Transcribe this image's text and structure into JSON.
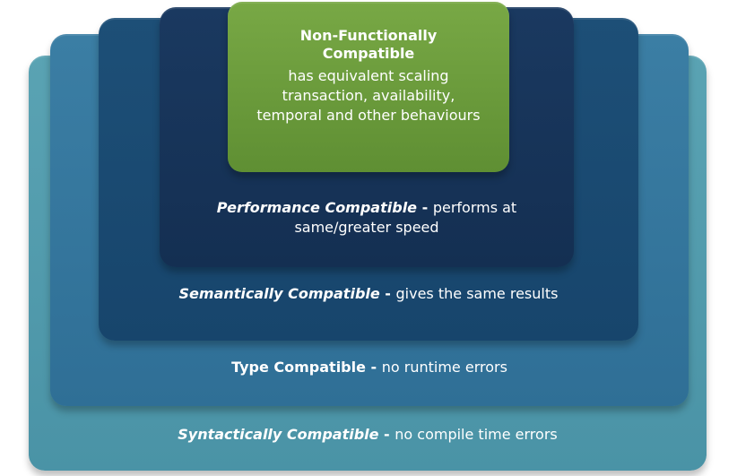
{
  "layers": [
    {
      "name": "Syntactically Compatible",
      "separator": " - ",
      "desc": "no compile time errors"
    },
    {
      "name": "Type Compatible",
      "separator": " - ",
      "desc": "no runtime errors"
    },
    {
      "name": "Semantically Compatible",
      "separator": " - ",
      "desc": "gives the same results"
    },
    {
      "name": "Performance Compatible",
      "separator": " - ",
      "desc": "performs at same/greater speed"
    },
    {
      "name": "Non-Functionally Compatible",
      "desc": "has equivalent scaling transaction, availability, temporal and other behaviours"
    }
  ],
  "colors": {
    "syntactic": "#4f98aa",
    "type": "#3576a0",
    "semantic": "#1a4a72",
    "performance": "#17345a",
    "non_functional": "#6b9b3c"
  }
}
